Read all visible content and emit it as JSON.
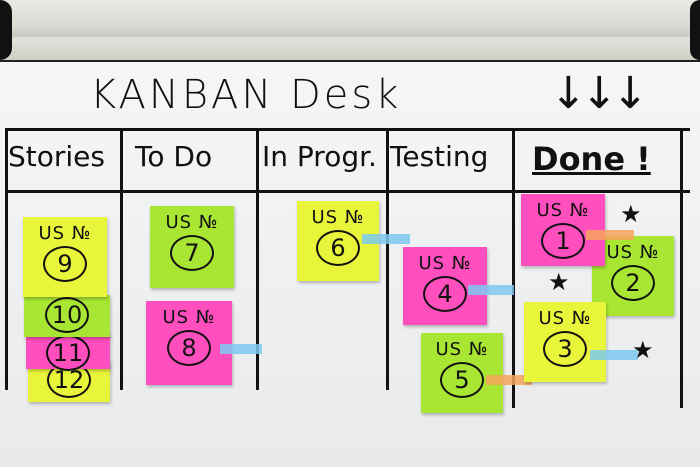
{
  "board": {
    "title": "KANBAN Desk",
    "arrows": "↓↓↓",
    "columns": [
      {
        "label": "Stories"
      },
      {
        "label": "To Do"
      },
      {
        "label": "In Progr."
      },
      {
        "label": "Testing"
      },
      {
        "label": "Done !"
      }
    ],
    "note_label": "US №",
    "notes": {
      "n1": "1",
      "n2": "2",
      "n3": "3",
      "n4": "4",
      "n5": "5",
      "n6": "6",
      "n7": "7",
      "n8": "8",
      "n9": "9",
      "n10": "10",
      "n11": "11",
      "n12": "12"
    },
    "star": "★",
    "colors": {
      "yellow": "#e9f53a",
      "green": "#a8e633",
      "pink": "#ff4fbf",
      "tape_blue": "#7ec8f0",
      "tape_orange": "#f7a35c"
    }
  }
}
